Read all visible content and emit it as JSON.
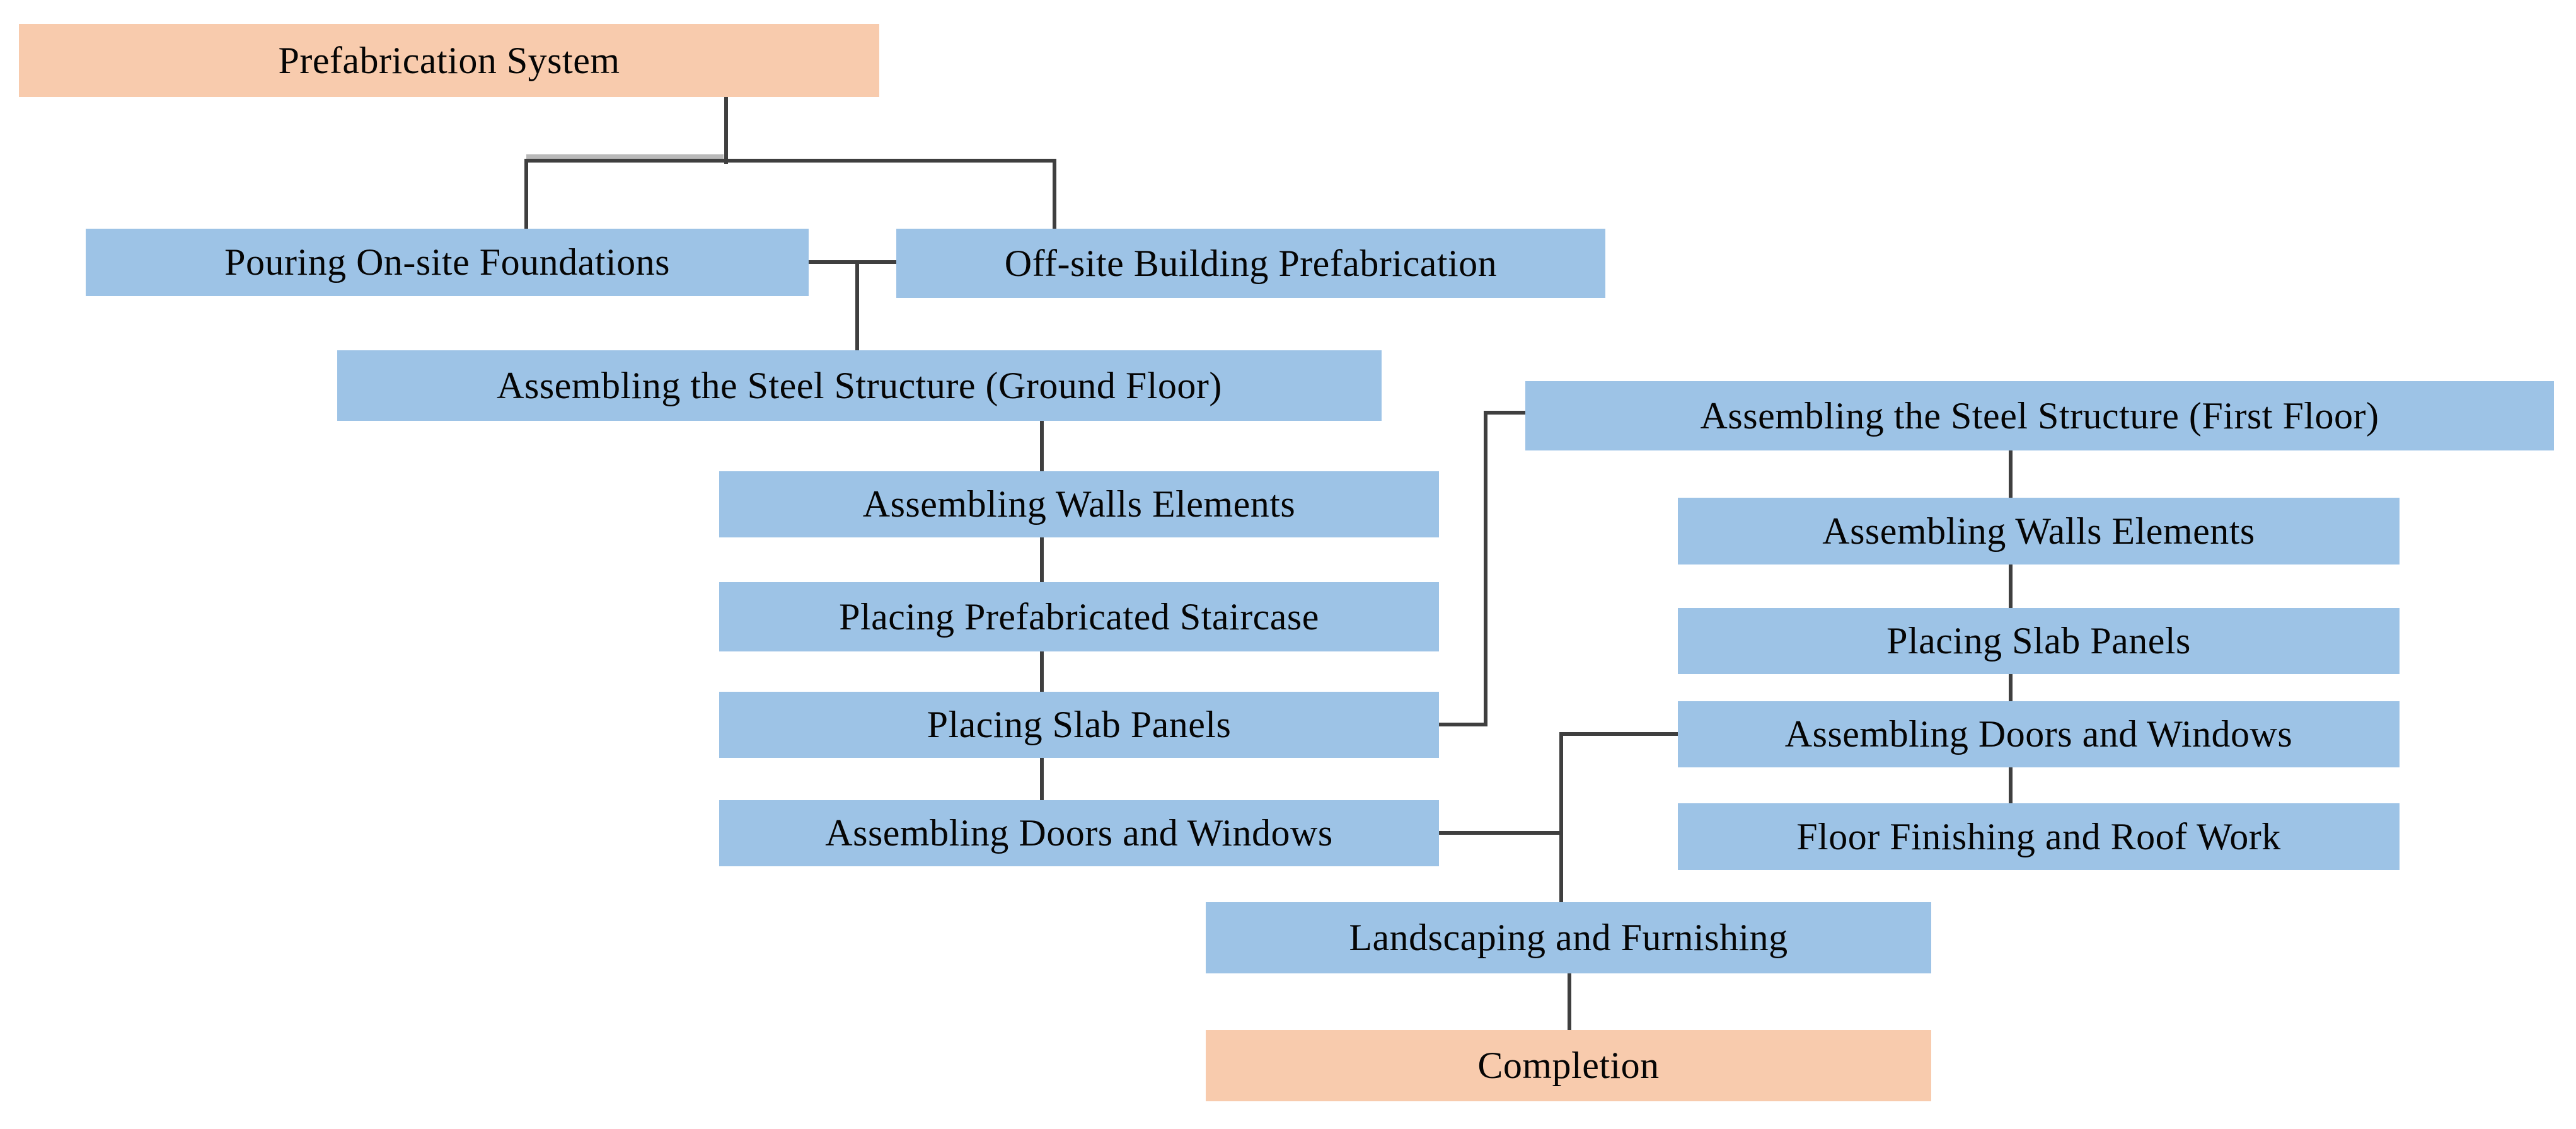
{
  "diagram": {
    "type": "flowchart",
    "title": "Prefabrication System construction sequence",
    "background": "#ffffff",
    "colors": {
      "terminal_fill": "#F8CBAD",
      "process_fill": "#9DC3E6",
      "connector": "#3F3F3F",
      "connector_light": "#B9B9B9",
      "text": "#050505"
    },
    "nodes": [
      {
        "id": "prefab_system",
        "label": "Prefabrication System",
        "kind": "terminal"
      },
      {
        "id": "pouring_foundations",
        "label": "Pouring On-site Foundations",
        "kind": "process"
      },
      {
        "id": "offsite_prefabrication",
        "label": "Off-site Building Prefabrication",
        "kind": "process"
      },
      {
        "id": "steel_ground",
        "label": "Assembling the Steel Structure (Ground Floor)",
        "kind": "process"
      },
      {
        "id": "walls_ground",
        "label": "Assembling Walls Elements",
        "kind": "process"
      },
      {
        "id": "staircase",
        "label": "Placing Prefabricated Staircase",
        "kind": "process"
      },
      {
        "id": "slab_ground",
        "label": "Placing Slab Panels",
        "kind": "process"
      },
      {
        "id": "doors_ground",
        "label": "Assembling Doors and Windows",
        "kind": "process"
      },
      {
        "id": "steel_first",
        "label": "Assembling the Steel Structure (First Floor)",
        "kind": "process"
      },
      {
        "id": "walls_first",
        "label": "Assembling Walls Elements",
        "kind": "process"
      },
      {
        "id": "slab_first",
        "label": "Placing Slab Panels",
        "kind": "process"
      },
      {
        "id": "doors_first",
        "label": "Assembling Doors and Windows",
        "kind": "process"
      },
      {
        "id": "floor_roof",
        "label": "Floor Finishing and Roof Work",
        "kind": "process"
      },
      {
        "id": "landscaping",
        "label": "Landscaping and Furnishing",
        "kind": "process"
      },
      {
        "id": "completion",
        "label": "Completion",
        "kind": "terminal"
      }
    ],
    "edges": [
      {
        "from": "prefab_system",
        "to": "pouring_foundations"
      },
      {
        "from": "prefab_system",
        "to": "offsite_prefabrication"
      },
      {
        "from": "pouring_foundations",
        "to": "steel_ground"
      },
      {
        "from": "offsite_prefabrication",
        "to": "steel_ground"
      },
      {
        "from": "steel_ground",
        "to": "walls_ground"
      },
      {
        "from": "walls_ground",
        "to": "staircase"
      },
      {
        "from": "staircase",
        "to": "slab_ground"
      },
      {
        "from": "slab_ground",
        "to": "doors_ground"
      },
      {
        "from": "slab_ground",
        "to": "steel_first"
      },
      {
        "from": "steel_first",
        "to": "walls_first"
      },
      {
        "from": "walls_first",
        "to": "slab_first"
      },
      {
        "from": "slab_first",
        "to": "doors_first"
      },
      {
        "from": "doors_first",
        "to": "floor_roof"
      },
      {
        "from": "doors_ground",
        "to": "landscaping"
      },
      {
        "from": "doors_first",
        "to": "landscaping"
      },
      {
        "from": "landscaping",
        "to": "completion"
      }
    ]
  }
}
